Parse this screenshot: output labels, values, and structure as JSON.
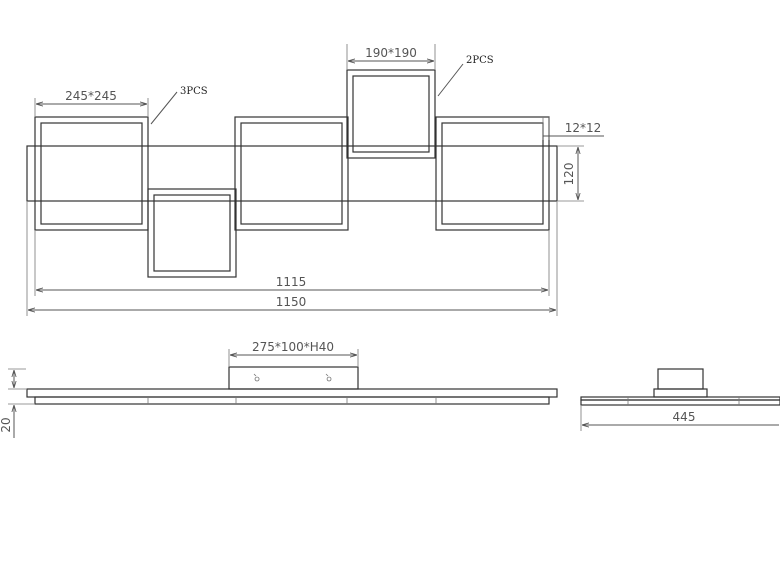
{
  "labels": {
    "large_frame_size": "245*245",
    "large_frame_qty": "3PCS",
    "small_frame_size": "190*190",
    "small_frame_qty": "2PCS",
    "profile_section": "12*12",
    "bar_height": "120",
    "inner_length": "1115",
    "overall_length": "1150",
    "canopy_size": "275*100*H40",
    "side_height": "20",
    "side_depth": "445"
  }
}
